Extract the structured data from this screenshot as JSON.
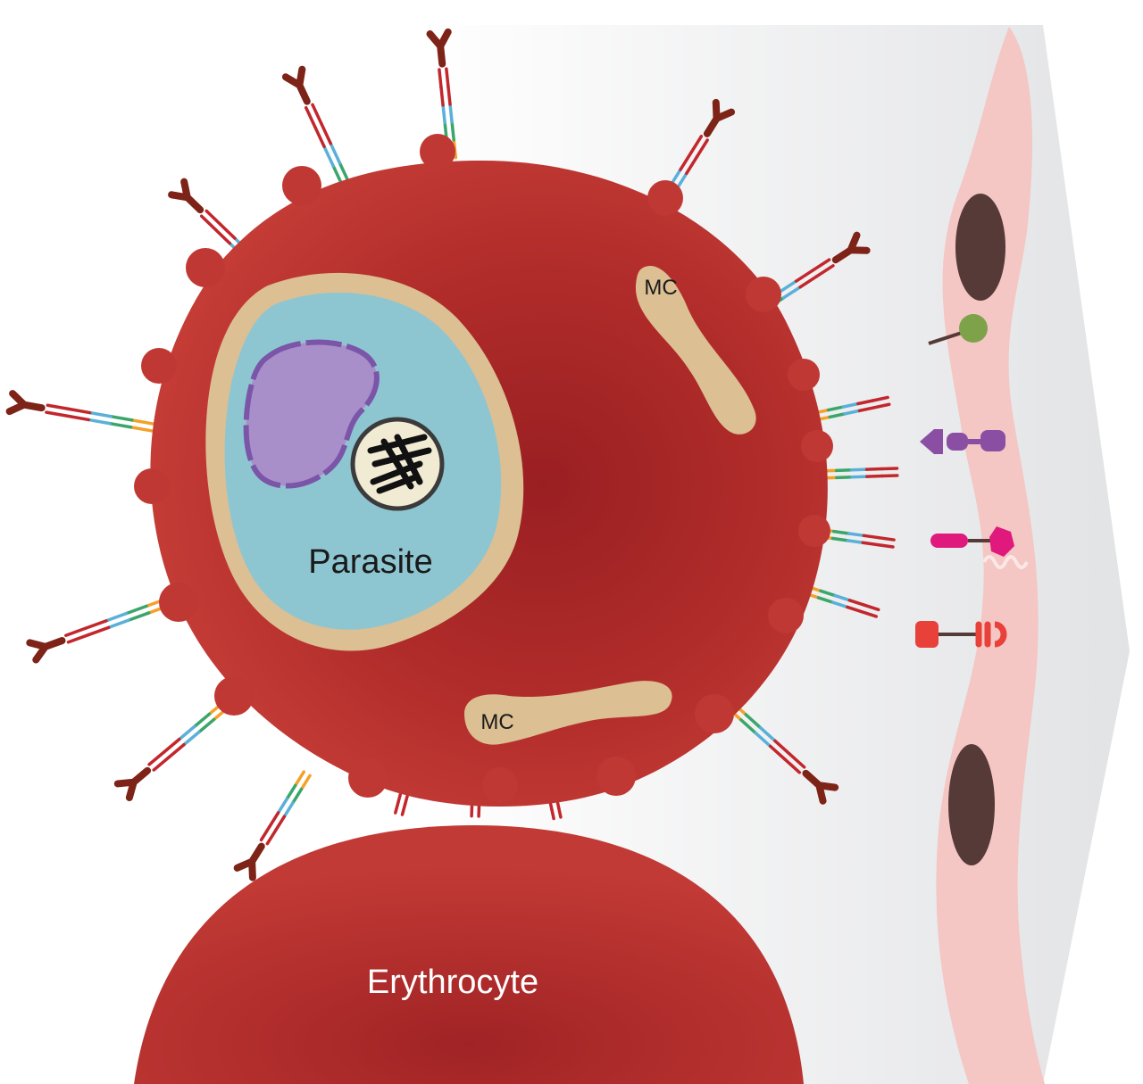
{
  "labels": {
    "parasite": "Parasite",
    "mc": "MC",
    "erythrocyte": "Erythrocyte"
  },
  "colors": {
    "rbc": "#c03833",
    "rbc_dark": "#9a1f22",
    "parasite_membrane": "#dcbf93",
    "parasite_cytoplasm": "#8dc6d1",
    "parasite_nucleus": "#a98fc9",
    "parasite_nucleus_edge": "#7b55a8",
    "chromatin_bg": "#f1ebd4",
    "antibody": "#7d2318",
    "stalk_red": "#c2272d",
    "stalk_green": "#3aa66a",
    "stalk_blue": "#5ab0d8",
    "stalk_orange": "#f4a12a",
    "endothelium": "#f4c6c4",
    "endothelial_nucleus": "#553a38",
    "vessel_wall": "#e6e7e8",
    "receptor_green": "#7da24a",
    "receptor_purple": "#8a4fa2",
    "receptor_magenta": "#e0197c",
    "receptor_red": "#e8413a"
  }
}
